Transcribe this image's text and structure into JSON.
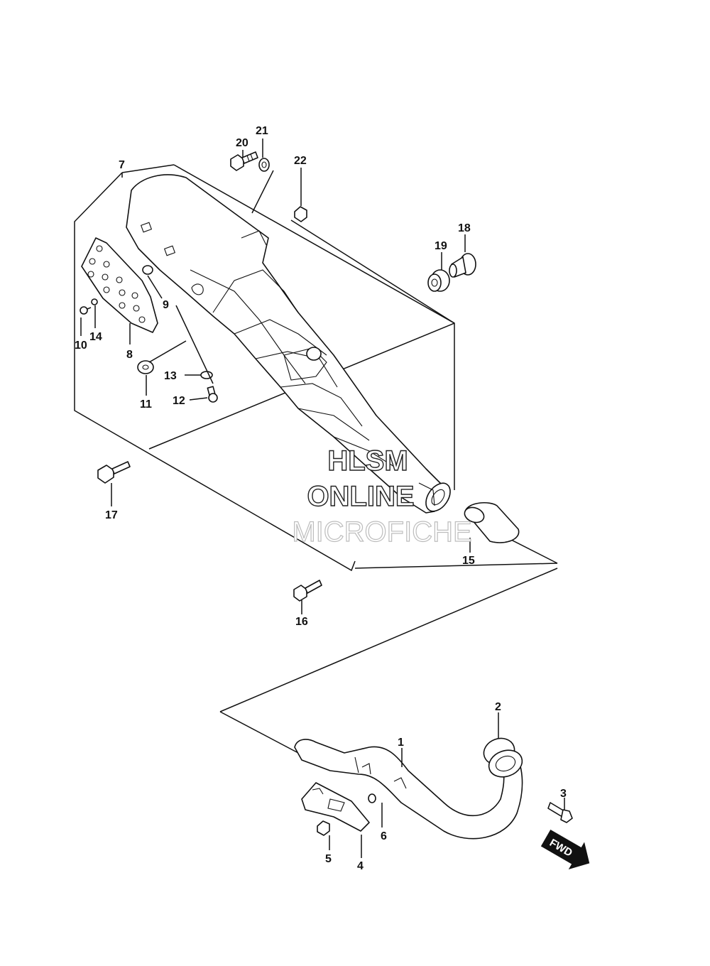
{
  "callouts": {
    "c1": "1",
    "c2": "2",
    "c3": "3",
    "c4": "4",
    "c5": "5",
    "c6": "6",
    "c7": "7",
    "c8": "8",
    "c9": "9",
    "c10": "10",
    "c11": "11",
    "c12": "12",
    "c13": "13",
    "c14": "14",
    "c15": "15",
    "c16": "16",
    "c17": "17",
    "c18": "18",
    "c19": "19",
    "c20": "20",
    "c21": "21",
    "c22": "22"
  },
  "watermark": {
    "line1": "HLSM",
    "line2": "ONLINE",
    "line3": "MICROFICHE"
  },
  "direction_arrow": {
    "label": "FWD",
    "icon": "forward-arrow-icon"
  }
}
